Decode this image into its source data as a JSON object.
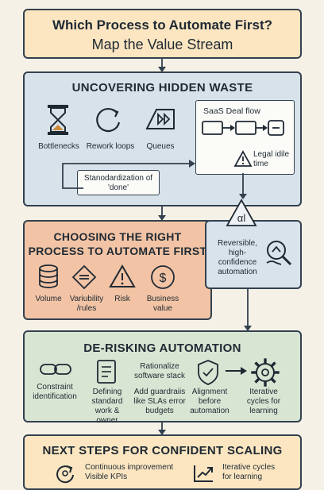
{
  "header": {
    "title": "Which Process to Automate First?",
    "subtitle": "Map the Value Stream"
  },
  "waste": {
    "title": "UNCOVERING HIDDEN WASTE",
    "items": [
      {
        "label": "Bottlenecks",
        "icon": "hourglass-icon"
      },
      {
        "label": "Rework loops",
        "icon": "loop-icon"
      },
      {
        "label": "Queues",
        "icon": "queue-icon"
      }
    ],
    "flow_title": "SaaS Deal flow",
    "legal_label": "Legal idile time",
    "standard_label": "Stanodardization of 'done'"
  },
  "choose": {
    "title_line1": "CHOOSING THE RIGHT",
    "title_line2": "PROCESS TO AUTOMATE FIRST",
    "items": [
      {
        "label": "Volume",
        "icon": "database-icon"
      },
      {
        "label": "Variubility /rules",
        "icon": "variability-icon"
      },
      {
        "label": "Risk",
        "icon": "warning-icon"
      },
      {
        "label": "Business value",
        "icon": "dollar-icon"
      }
    ]
  },
  "reversible": {
    "badge": "αl",
    "label": "Reversible, high-confidence automation"
  },
  "derisk": {
    "title": "DE-RISKING AUTOMATION",
    "constraint": "Constraint identification",
    "defining": "Defining standard work & owner",
    "rationalize": "Rationalize software stack",
    "guardrails": "Add guardraiis like SLAs error budgets",
    "alignment": "Alignment before automation",
    "iterative": "Iterative cycles for learning"
  },
  "next": {
    "title": "NEXT STEPS FOR CONFIDENT SCALING",
    "item1_line1": "Continuous improvement",
    "item1_line2": "Visible KPIs",
    "item2_line1": "Iterative cycles",
    "item2_line2": "for learning"
  }
}
